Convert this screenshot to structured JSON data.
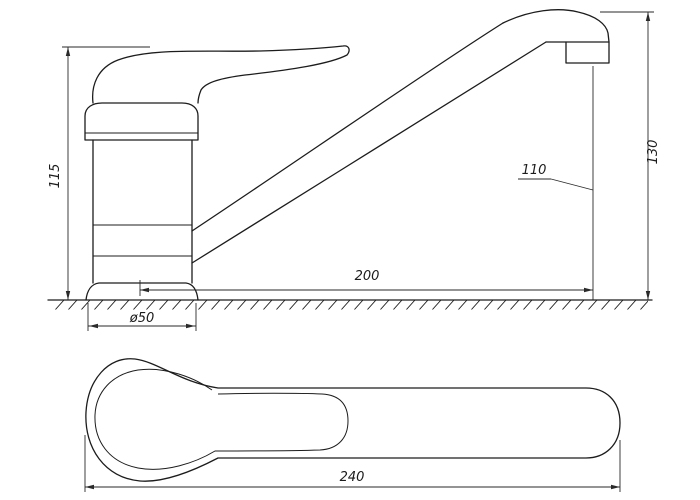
{
  "drawing": {
    "subject": "single-lever kitchen faucet technical drawing, side elevation and plan view",
    "line_color": "#1c1c1c",
    "background_color": "#ffffff"
  },
  "dimensions": {
    "body_height": "115",
    "base_diameter": "ø50",
    "spout_reach": "200",
    "outlet_height": "110",
    "total_height": "130",
    "overall_length": "240"
  }
}
